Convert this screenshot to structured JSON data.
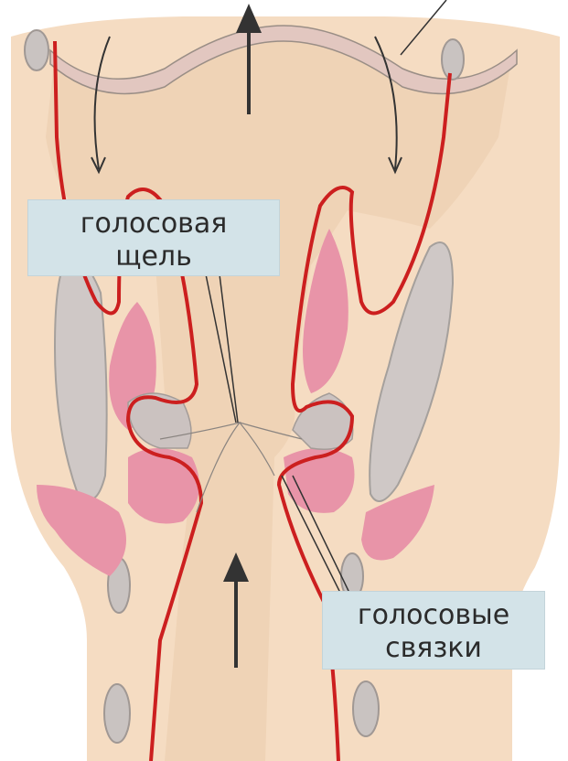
{
  "labels": {
    "glottis": {
      "line1": "голосовая",
      "line2": "щель"
    },
    "vocal_folds": {
      "line1": "голосовые",
      "line2": "связки"
    }
  },
  "colors": {
    "background": "#ffffff",
    "tissue": "#f5dcc2",
    "tissue_dark": "#eac9a9",
    "lumen": "#efd3b6",
    "mucosa_line": "#cc1f1f",
    "muscle": "#e894a8",
    "cartilage": "#c9c3c1",
    "callout_bg": "#d3e3e8",
    "arrow": "#333333"
  },
  "icons": [
    "airflow-arrow-up",
    "airflow-arrow-down",
    "pointer-line"
  ]
}
